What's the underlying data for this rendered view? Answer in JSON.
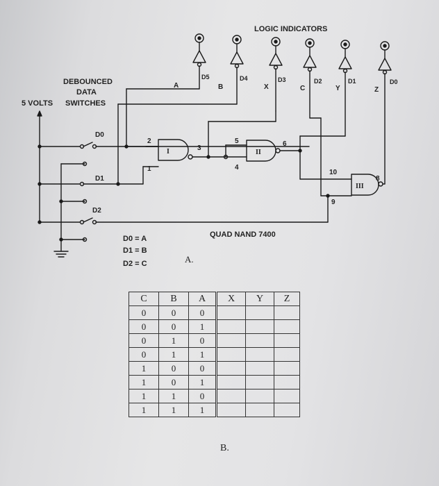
{
  "labels": {
    "logic_indicators": "LOGIC INDICATORS",
    "debounced": "DEBOUNCED",
    "data": "DATA",
    "five_volts": "5 VOLTS",
    "switches": "SWITCHES",
    "quad_nand": "QUAD NAND 7400",
    "fig_a": "A.",
    "fig_b": "B."
  },
  "indicators": [
    {
      "signal": "A",
      "name": "D5"
    },
    {
      "signal": "B",
      "name": "D4"
    },
    {
      "signal": "X",
      "name": "D3"
    },
    {
      "signal": "C",
      "name": "D2"
    },
    {
      "signal": "Y",
      "name": "D1"
    },
    {
      "signal": "Z",
      "name": "D0"
    }
  ],
  "switches": [
    "D0",
    "D1",
    "D2"
  ],
  "gates": {
    "g1": {
      "label": "I",
      "in1": "2",
      "in2": "1",
      "out": "3"
    },
    "g2": {
      "label": "II",
      "in1": "5",
      "in2": "4",
      "out": "6"
    },
    "g3": {
      "label": "III",
      "in1": "10",
      "in2": "9",
      "out": "8"
    }
  },
  "mapping": [
    "D0 = A",
    "D1 = B",
    "D2 = C"
  ],
  "truth_table": {
    "headers": [
      "C",
      "B",
      "A",
      "X",
      "Y",
      "Z"
    ],
    "rows": [
      [
        "0",
        "0",
        "0",
        "",
        "",
        ""
      ],
      [
        "0",
        "0",
        "1",
        "",
        "",
        ""
      ],
      [
        "0",
        "1",
        "0",
        "",
        "",
        ""
      ],
      [
        "0",
        "1",
        "1",
        "",
        "",
        ""
      ],
      [
        "1",
        "0",
        "0",
        "",
        "",
        ""
      ],
      [
        "1",
        "0",
        "1",
        "",
        "",
        ""
      ],
      [
        "1",
        "1",
        "0",
        "",
        "",
        ""
      ],
      [
        "1",
        "1",
        "1",
        "",
        "",
        ""
      ]
    ]
  }
}
